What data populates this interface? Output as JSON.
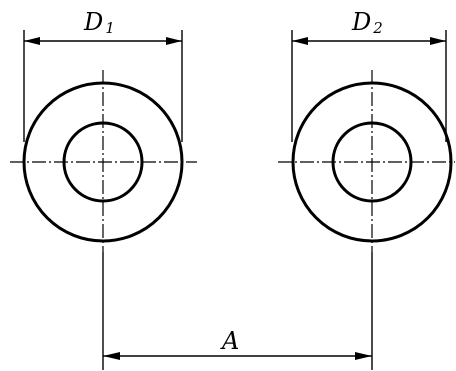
{
  "labels": {
    "d1_main": "D",
    "d1_sub": "1",
    "d2_main": "D",
    "d2_sub": "2",
    "a": "A"
  },
  "colors": {
    "ink": "#000000",
    "background": "#ffffff"
  }
}
